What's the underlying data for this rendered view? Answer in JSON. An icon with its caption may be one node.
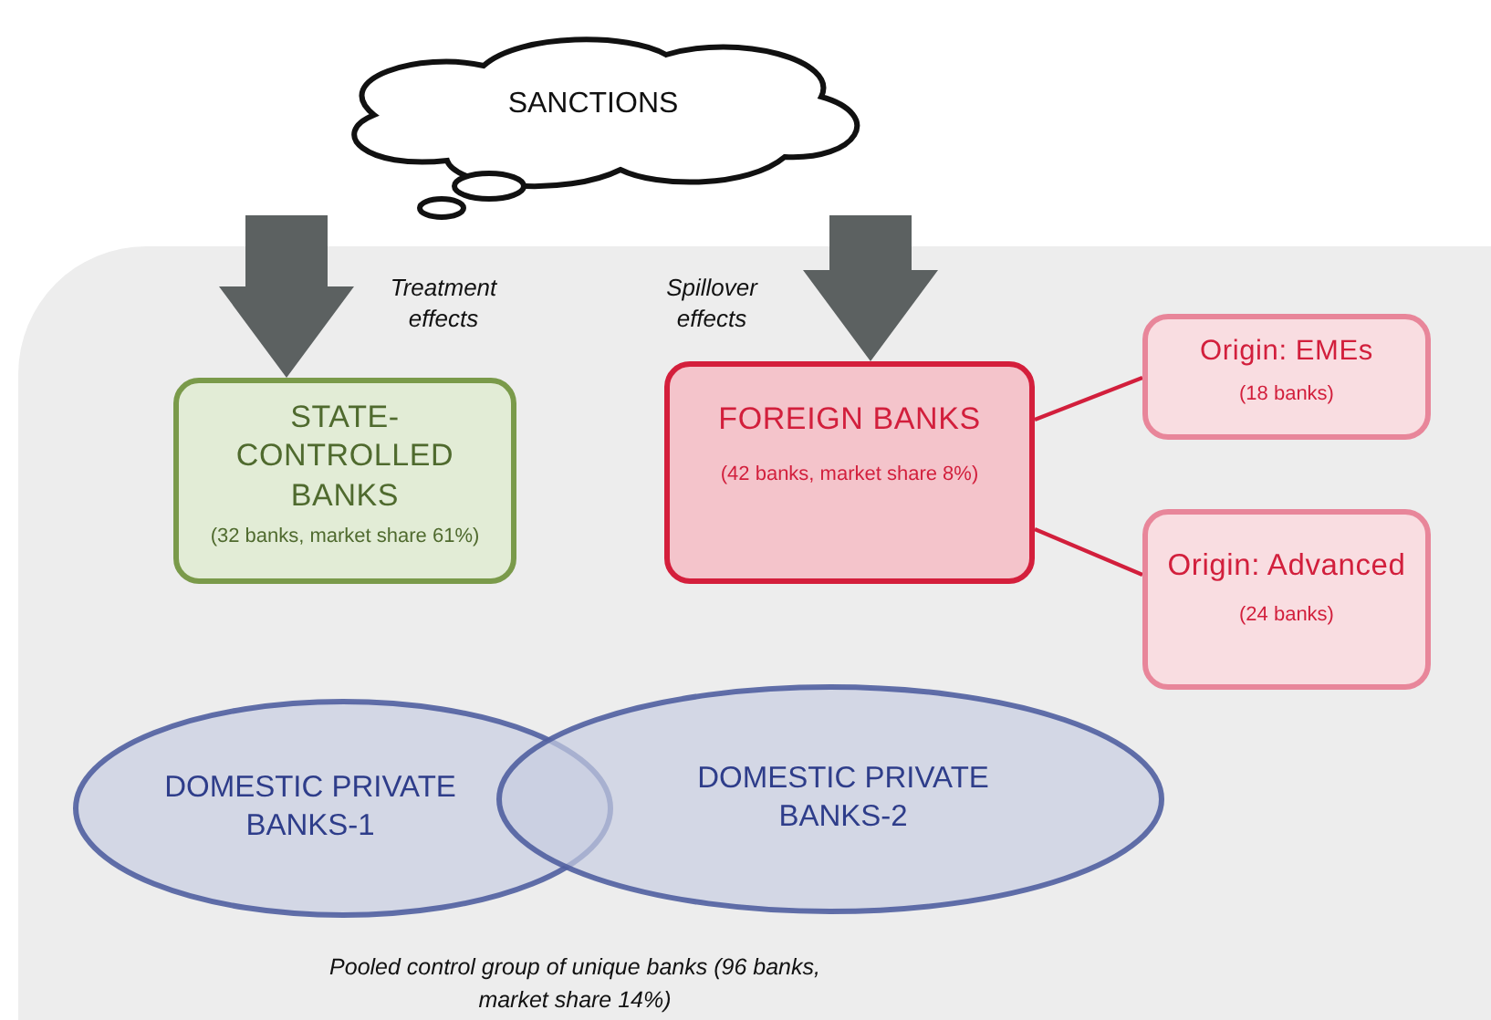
{
  "diagram": {
    "nodes": [
      {
        "text": [
          "SANCTIONS"
        ]
      },
      {
        "text": [
          "STATE-CONTROLLED BANKS",
          "(32 banks, market share 61%)"
        ]
      },
      {
        "text": [
          "FOREIGN BANKS",
          "(42 banks, market share 8%)"
        ]
      },
      {
        "text": [
          "Origin: EMEs",
          "(18 banks)"
        ]
      },
      {
        "text": [
          "Origin: Advanced",
          "(24 banks)"
        ]
      },
      {
        "text": [
          "DOMESTIC PRIVATE BANKS-1"
        ]
      },
      {
        "text": [
          "DOMESTIC PRIVATE BANKS-2"
        ]
      }
    ],
    "edges": [
      {
        "from": 0,
        "to": 1,
        "arrow": "to",
        "label": "Treatment effects",
        "style": "thick",
        "color": "#5c6161"
      },
      {
        "from": 0,
        "to": 2,
        "arrow": "to",
        "label": "Spillover effects",
        "style": "thick",
        "color": "#5c6161"
      },
      {
        "from": 2,
        "to": 3,
        "arrow": "none",
        "color": "#d21f3c"
      },
      {
        "from": 2,
        "to": 4,
        "arrow": "none",
        "color": "#d21f3c"
      }
    ],
    "labels": [
      "Pooled control group of unique banks (96 banks, market share 14%)"
    ]
  }
}
